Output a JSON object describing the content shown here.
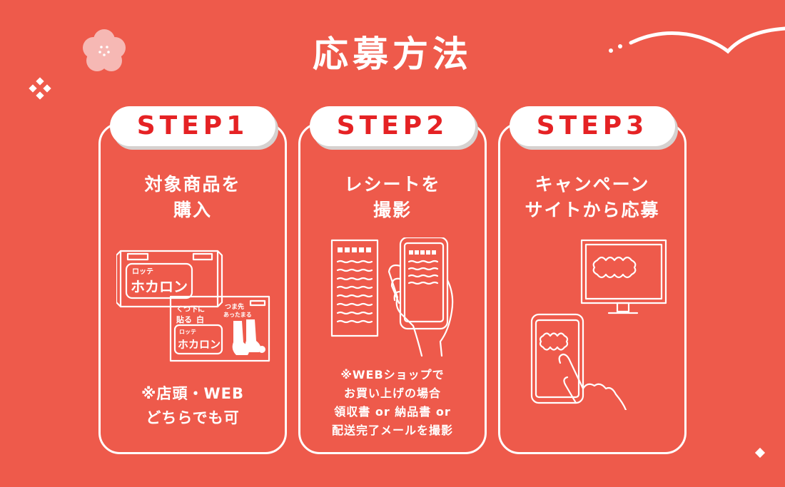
{
  "title": "応募方法",
  "steps": [
    {
      "label": "STEP1",
      "heading": [
        "対象商品を",
        "購入"
      ],
      "note": [
        "※店頭・WEB",
        "どちらでも可"
      ],
      "product": {
        "brand": "ロッテ",
        "name": "ホカロン",
        "tagline_top": "くつ下に",
        "tagline_mid": "貼る",
        "tagline_white": "白",
        "toe_text_1": "つま先",
        "toe_text_2": "あったまる"
      }
    },
    {
      "label": "STEP2",
      "heading": [
        "レシートを",
        "撮影"
      ],
      "note": [
        "※WEBショップで",
        "お買い上げの場合",
        "領収書 or 納品書 or",
        "配送完了メールを撮影"
      ]
    },
    {
      "label": "STEP3",
      "heading": [
        "キャンペーン",
        "サイトから応募"
      ]
    }
  ],
  "colors": {
    "background": "#ee5a4b",
    "accent_red": "#e52224",
    "white": "#ffffff",
    "flower_pink": "#f6b8b4",
    "pill_shadow": "#d6d1cf"
  },
  "icons": [
    "flower-icon",
    "sparkle-icon",
    "diamond-icon",
    "receipt-icon",
    "smartphone-icon",
    "hand-icon",
    "monitor-icon"
  ]
}
